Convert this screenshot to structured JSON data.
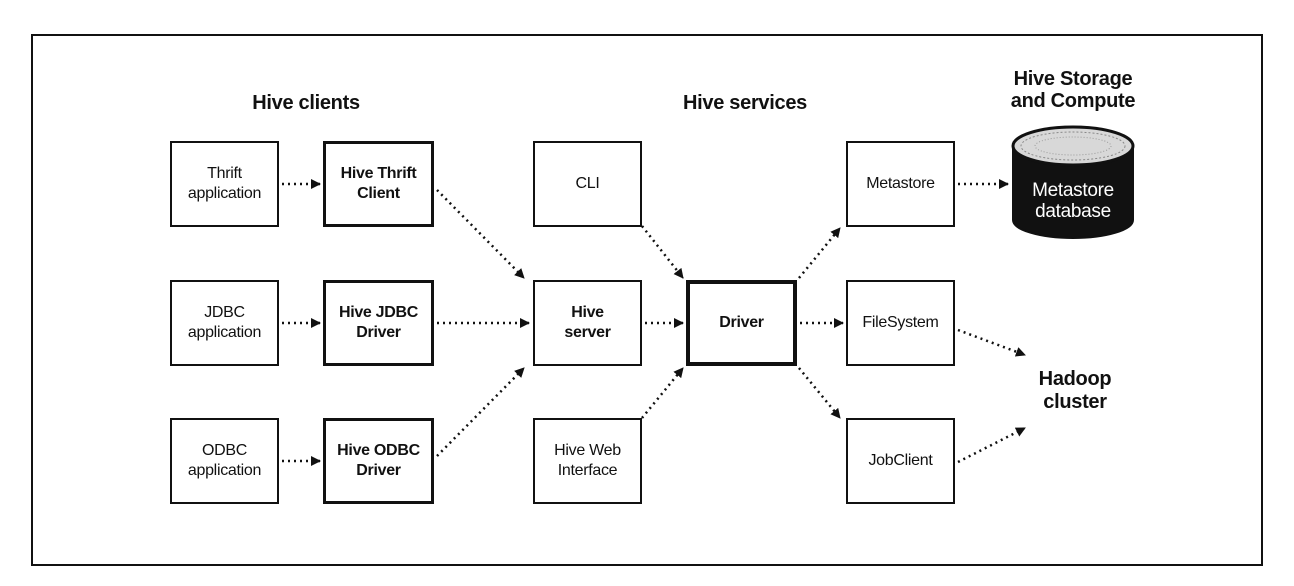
{
  "sections": {
    "clients": "Hive clients",
    "services": "Hive services",
    "storage": "Hive Storage\nand Compute"
  },
  "nodes": {
    "thrift_app": "Thrift\napplication",
    "thrift_client": "Hive Thrift\nClient",
    "jdbc_app": "JDBC\napplication",
    "jdbc_driver": "Hive JDBC\nDriver",
    "odbc_app": "ODBC\napplication",
    "odbc_driver": "Hive ODBC\nDriver",
    "cli": "CLI",
    "hive_server": "Hive\nserver",
    "web_interface": "Hive Web\nInterface",
    "driver": "Driver",
    "metastore": "Metastore",
    "filesystem": "FileSystem",
    "jobclient": "JobClient",
    "metastore_db": "Metastore\ndatabase",
    "hadoop_cluster": "Hadoop\ncluster"
  },
  "edges": [
    {
      "from": "thrift_app",
      "to": "thrift_client"
    },
    {
      "from": "jdbc_app",
      "to": "jdbc_driver"
    },
    {
      "from": "odbc_app",
      "to": "odbc_driver"
    },
    {
      "from": "thrift_client",
      "to": "hive_server"
    },
    {
      "from": "jdbc_driver",
      "to": "hive_server"
    },
    {
      "from": "odbc_driver",
      "to": "hive_server"
    },
    {
      "from": "cli",
      "to": "driver"
    },
    {
      "from": "hive_server",
      "to": "driver"
    },
    {
      "from": "web_interface",
      "to": "driver"
    },
    {
      "from": "driver",
      "to": "metastore"
    },
    {
      "from": "driver",
      "to": "filesystem"
    },
    {
      "from": "driver",
      "to": "jobclient"
    },
    {
      "from": "metastore",
      "to": "metastore_db"
    },
    {
      "from": "filesystem",
      "to": "hadoop_cluster"
    },
    {
      "from": "jobclient",
      "to": "hadoop_cluster"
    }
  ]
}
